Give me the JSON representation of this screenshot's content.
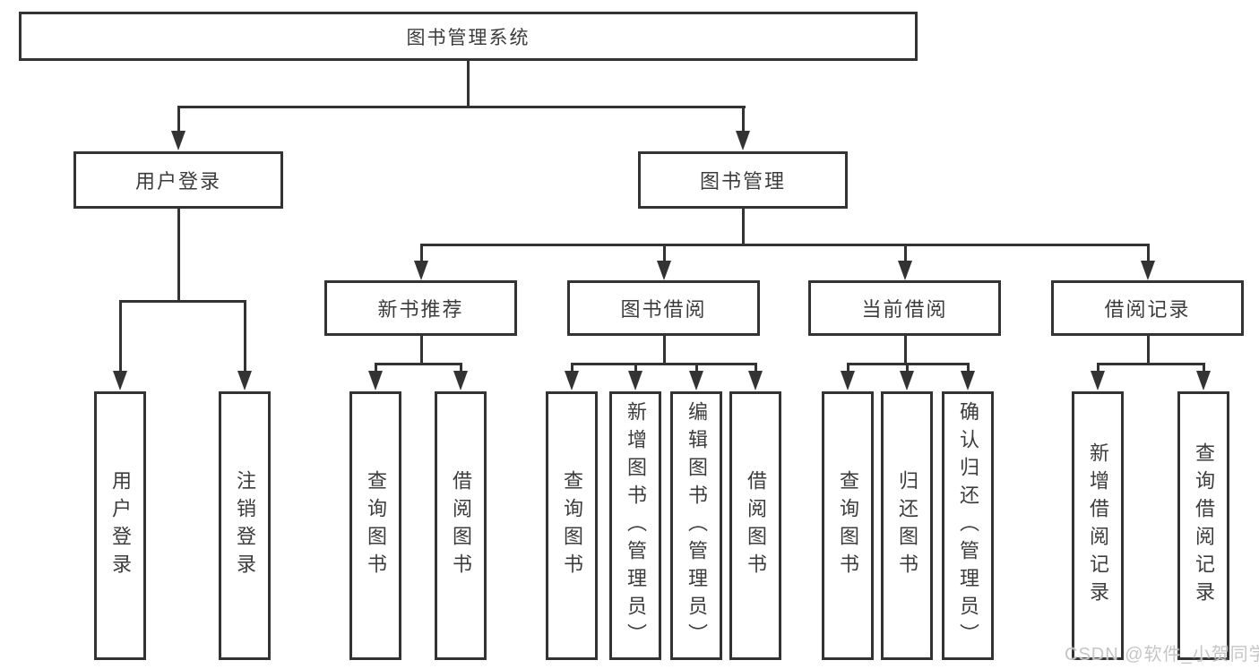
{
  "colors": {
    "line": "#333333",
    "text": "#3c3c3c",
    "watermark": "#c6c6c6",
    "background": "#ffffff"
  },
  "watermark": "CSDN @软件_小贺同学",
  "tree": {
    "root": {
      "label": "图书管理系统"
    },
    "branches": [
      {
        "label": "用户登录",
        "leaves": [
          {
            "label": "用户登录"
          },
          {
            "label": "注销登录"
          }
        ]
      },
      {
        "label": "图书管理",
        "groups": [
          {
            "label": "新书推荐",
            "leaves": [
              {
                "label": "查询图书"
              },
              {
                "label": "借阅图书"
              }
            ]
          },
          {
            "label": "图书借阅",
            "leaves": [
              {
                "label": "查询图书"
              },
              {
                "label": "新增图书（管理员）"
              },
              {
                "label": "编辑图书（管理员）"
              },
              {
                "label": "借阅图书"
              }
            ]
          },
          {
            "label": "当前借阅",
            "leaves": [
              {
                "label": "查询图书"
              },
              {
                "label": "归还图书"
              },
              {
                "label": "确认归还（管理员）"
              }
            ]
          },
          {
            "label": "借阅记录",
            "leaves": [
              {
                "label": "新增借阅记录"
              },
              {
                "label": "查询借阅记录"
              }
            ]
          }
        ]
      }
    ]
  }
}
